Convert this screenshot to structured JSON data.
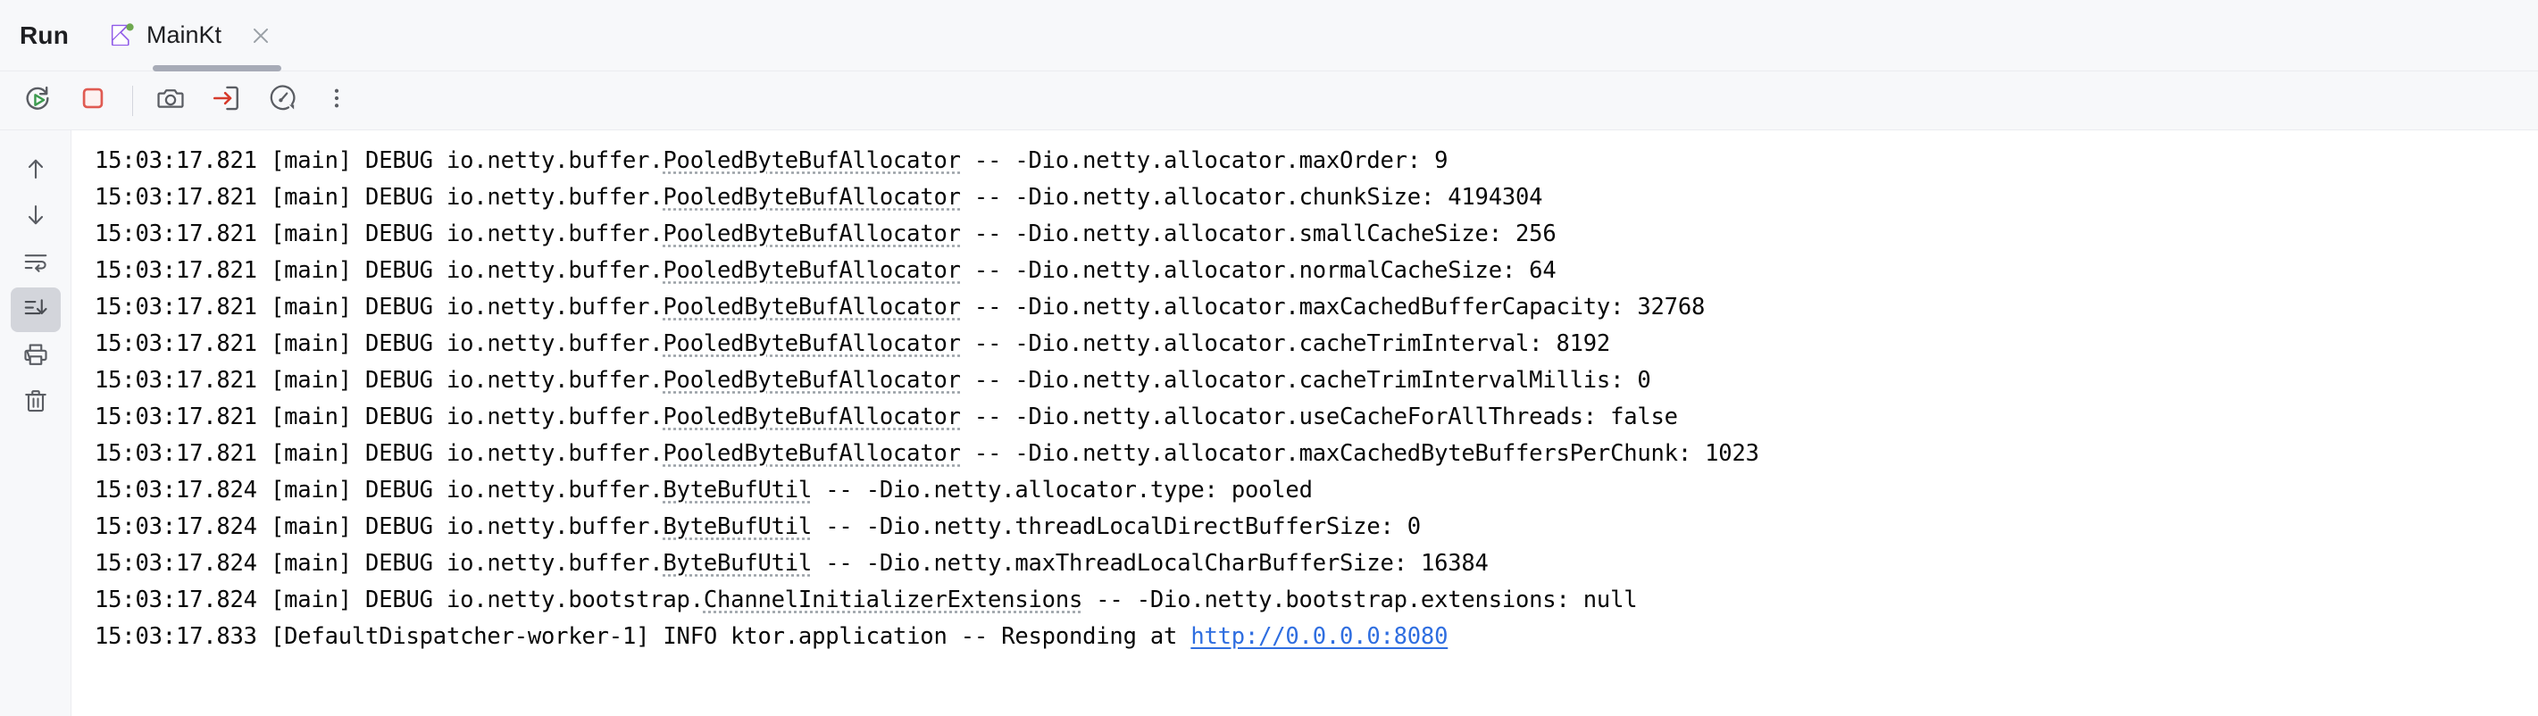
{
  "window": {
    "tool_window_label": "Run",
    "accent_link_color": "#2f6ee0",
    "stop_icon_color": "#e05b52",
    "run_icon_color": "#3c9a4e",
    "kotlin_icon_color": "#8f5ae8",
    "status_dot_color": "#6ea84f"
  },
  "tab": {
    "title": "MainKt",
    "icon": "kotlin-file-icon",
    "close_icon": "close-icon",
    "status_indicator": "running-dot"
  },
  "toolbar": {
    "buttons": [
      {
        "name": "rerun-button",
        "icon": "rerun-icon",
        "tooltip": "Rerun"
      },
      {
        "name": "stop-button",
        "icon": "stop-icon",
        "tooltip": "Stop"
      },
      {
        "name": "capture-memory-snapshot-button",
        "icon": "camera-icon",
        "tooltip": "Capture Memory Snapshot"
      },
      {
        "name": "attach-debugger-button",
        "icon": "attach-arrow-icon",
        "tooltip": "Attach Debugger"
      },
      {
        "name": "profiler-button",
        "icon": "gauge-icon",
        "tooltip": "Profiler"
      },
      {
        "name": "more-options-button",
        "icon": "vertical-ellipsis-icon",
        "tooltip": "More Options"
      }
    ]
  },
  "gutter": {
    "buttons": [
      {
        "name": "up-button",
        "icon": "arrow-up-icon",
        "active": false
      },
      {
        "name": "down-button",
        "icon": "arrow-down-icon",
        "active": false
      },
      {
        "name": "soft-wrap-button",
        "icon": "soft-wrap-icon",
        "active": false
      },
      {
        "name": "scroll-to-end-button",
        "icon": "scroll-to-end-icon",
        "active": true
      },
      {
        "name": "print-button",
        "icon": "printer-icon",
        "active": false
      },
      {
        "name": "clear-all-button",
        "icon": "trash-icon",
        "active": false
      }
    ]
  },
  "console": {
    "lines": [
      {
        "prefix": "15:03:17.821 [main] DEBUG io.netty.buffer.",
        "klass": "PooledByteBufAllocator",
        "suffix": " -- -Dio.netty.allocator.maxOrder: 9"
      },
      {
        "prefix": "15:03:17.821 [main] DEBUG io.netty.buffer.",
        "klass": "PooledByteBufAllocator",
        "suffix": " -- -Dio.netty.allocator.chunkSize: 4194304"
      },
      {
        "prefix": "15:03:17.821 [main] DEBUG io.netty.buffer.",
        "klass": "PooledByteBufAllocator",
        "suffix": " -- -Dio.netty.allocator.smallCacheSize: 256"
      },
      {
        "prefix": "15:03:17.821 [main] DEBUG io.netty.buffer.",
        "klass": "PooledByteBufAllocator",
        "suffix": " -- -Dio.netty.allocator.normalCacheSize: 64"
      },
      {
        "prefix": "15:03:17.821 [main] DEBUG io.netty.buffer.",
        "klass": "PooledByteBufAllocator",
        "suffix": " -- -Dio.netty.allocator.maxCachedBufferCapacity: 32768"
      },
      {
        "prefix": "15:03:17.821 [main] DEBUG io.netty.buffer.",
        "klass": "PooledByteBufAllocator",
        "suffix": " -- -Dio.netty.allocator.cacheTrimInterval: 8192"
      },
      {
        "prefix": "15:03:17.821 [main] DEBUG io.netty.buffer.",
        "klass": "PooledByteBufAllocator",
        "suffix": " -- -Dio.netty.allocator.cacheTrimIntervalMillis: 0"
      },
      {
        "prefix": "15:03:17.821 [main] DEBUG io.netty.buffer.",
        "klass": "PooledByteBufAllocator",
        "suffix": " -- -Dio.netty.allocator.useCacheForAllThreads: false"
      },
      {
        "prefix": "15:03:17.821 [main] DEBUG io.netty.buffer.",
        "klass": "PooledByteBufAllocator",
        "suffix": " -- -Dio.netty.allocator.maxCachedByteBuffersPerChunk: 1023"
      },
      {
        "prefix": "15:03:17.824 [main] DEBUG io.netty.buffer.",
        "klass": "ByteBufUtil",
        "suffix": " -- -Dio.netty.allocator.type: pooled"
      },
      {
        "prefix": "15:03:17.824 [main] DEBUG io.netty.buffer.",
        "klass": "ByteBufUtil",
        "suffix": " -- -Dio.netty.threadLocalDirectBufferSize: 0"
      },
      {
        "prefix": "15:03:17.824 [main] DEBUG io.netty.buffer.",
        "klass": "ByteBufUtil",
        "suffix": " -- -Dio.netty.maxThreadLocalCharBufferSize: 16384"
      },
      {
        "prefix": "15:03:17.824 [main] DEBUG io.netty.bootstrap.",
        "klass": "ChannelInitializerExtensions",
        "suffix": " -- -Dio.netty.bootstrap.extensions: null"
      },
      {
        "prefix": "15:03:17.833 [DefaultDispatcher-worker-1] INFO ktor.application -- Responding at ",
        "klass": "",
        "suffix": "",
        "link": "http://0.0.0.0:8080"
      }
    ]
  }
}
